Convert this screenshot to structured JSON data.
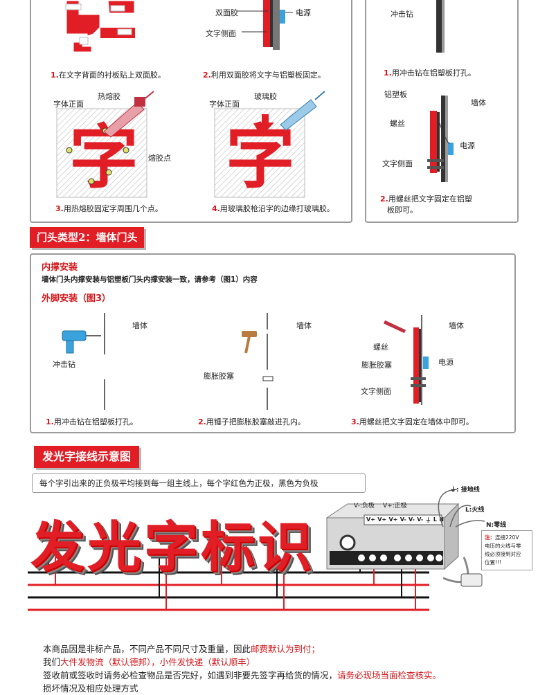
{
  "panel_one": {
    "step1": {
      "num": "1.",
      "text": "在文字背面的衬板贴上双面胶。"
    },
    "step2": {
      "num": "2.",
      "text": "利用双面胶将文字与铝塑板固定。"
    },
    "step2_labels": {
      "tape": "双面胶",
      "power": "电源",
      "side": "文字侧面"
    },
    "step3": {
      "num": "3.",
      "text": "用热熔胶固定字周围几个点。"
    },
    "step3_labels": {
      "front": "字体正面",
      "hotglue": "热熔胶",
      "dots": "熔胶点",
      "char": "字"
    },
    "step4": {
      "num": "4.",
      "text": "用玻璃胶枪沿字的边缘打玻璃胶。"
    },
    "step4_labels": {
      "front": "字体正面",
      "glass": "玻璃胶",
      "char": "字"
    }
  },
  "panel_two": {
    "drill_label": "冲击钻",
    "step1": {
      "num": "1.",
      "text": "用冲击钻在铝塑板打孔。"
    },
    "labels": {
      "alu": "铝塑板",
      "wall": "墙体",
      "screw": "螺丝",
      "power": "电源",
      "side": "文字侧面"
    },
    "step2_line1": {
      "num": "2.",
      "text": "用螺丝把文字固定在铝塑"
    },
    "step2_line2": "板即可。"
  },
  "wall_section": {
    "badge": "门头类型2：墙体门头",
    "inner_title": "内撑安装",
    "inner_desc": "墙体门头内撑安装与铝塑板门头内撑安装一致，请参考（图1）内容",
    "outer_title": "外脚安装（图3）",
    "step1": {
      "num": "1.",
      "text": "用冲击钻在铝塑板打孔。"
    },
    "step1_labels": {
      "wall": "墙体",
      "drill": "冲击钻"
    },
    "step2": {
      "num": "2.",
      "text": "用锤子把膨胀胶塞敲进孔内。"
    },
    "step2_labels": {
      "wall": "墙体",
      "plug": "膨胀胶塞"
    },
    "step3": {
      "num": "3.",
      "text": "用螺丝把文字固定在墙体中即可。"
    },
    "step3_labels": {
      "wall": "墙体",
      "screw": "螺丝",
      "plug": "膨胀胶塞",
      "power": "电源",
      "side": "文字侧面"
    }
  },
  "wiring_section": {
    "badge": "发光字接线示意图",
    "desc": "每个字引出来的正负极平均接到每一组主线上，每个字红色为正极，黑色为负极",
    "big_text": "发光字标识",
    "terminal_labels": {
      "neg": "V-:负极",
      "pos": "V+:正极"
    },
    "terminals": [
      "V+",
      "V+",
      "V+",
      "V-",
      "V-",
      "V-",
      "⏚",
      "L",
      "N"
    ],
    "right_labels": {
      "ground": "⏚: 接地线",
      "live": "L:火线",
      "neutral": "N:零线"
    },
    "note_title": "注：",
    "note": [
      "连接220V",
      "电压的火线与零",
      "线必须接到对应",
      "位置!!!"
    ]
  },
  "notice": {
    "line1": {
      "a": "本商品因是非标产品，不同产品不同尺寸及重量，因此",
      "b": "邮费默认为到付；"
    },
    "line2": {
      "a": "我们",
      "b": "大件发物流（默认德邦），小件发快递（默认顺丰）"
    },
    "line3": {
      "a": "签收前或签收时请务必检查物品是否完好，如遇到非要先签字再给货的情况，",
      "b": "请务必现场当面检查核实。"
    },
    "line4": "损坏情况及相应处理方式"
  },
  "colors": {
    "accent": "#e11e25",
    "border": "#9a9a9a",
    "blue": "#3aa3dd"
  }
}
